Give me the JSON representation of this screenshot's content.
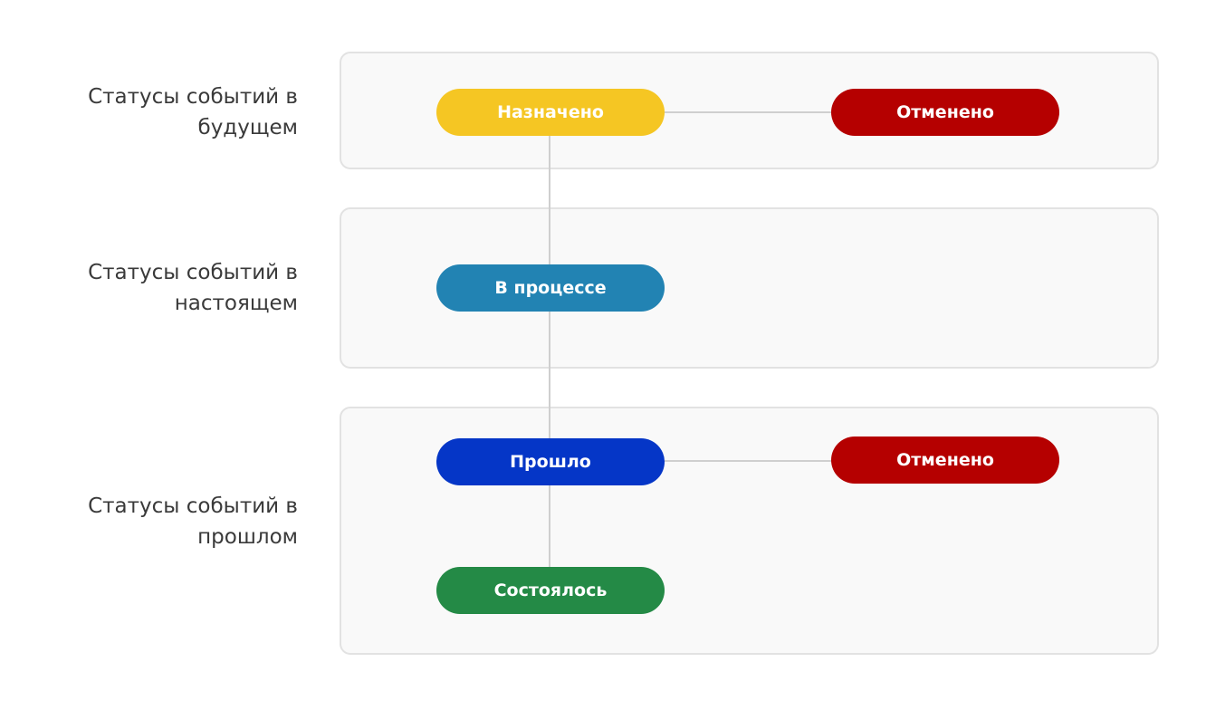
{
  "rows": {
    "future": {
      "label": "Статусы событий в будущем"
    },
    "present": {
      "label": "Статусы событий в настоящем"
    },
    "past": {
      "label": "Статусы событий в прошлом"
    }
  },
  "statuses": {
    "scheduled": {
      "label": "Назначено",
      "color": "#f5c623"
    },
    "cancelled_future": {
      "label": "Отменено",
      "color": "#b50000"
    },
    "in_progress": {
      "label": "В процессе",
      "color": "#2283b3"
    },
    "past": {
      "label": "Прошло",
      "color": "#0536c7"
    },
    "cancelled_past": {
      "label": "Отменено",
      "color": "#b50000"
    },
    "completed": {
      "label": "Состоялось",
      "color": "#248a46"
    }
  },
  "colors": {
    "panel_background": "#f9f9f9",
    "panel_border": "#e2e2e2",
    "connector": "#cfcfcf",
    "label_text": "#3a3a3a"
  }
}
